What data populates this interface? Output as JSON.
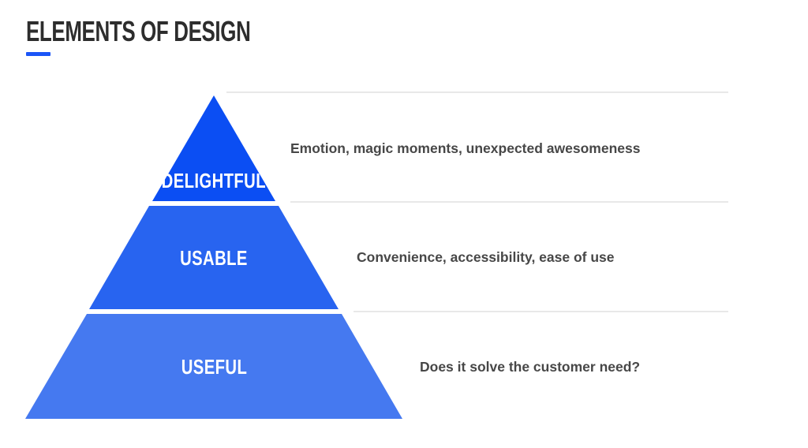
{
  "slide": {
    "title": "ELEMENTS OF DESIGN"
  },
  "pyramid": {
    "tiers": [
      {
        "label": "DELIGHTFUL",
        "description": "Emotion, magic moments, unexpected awesomeness",
        "color": "#0b4ef3"
      },
      {
        "label": "USABLE",
        "description": "Convenience, accessibility, ease of use",
        "color": "#2864f0"
      },
      {
        "label": "USEFUL",
        "description": "Does it solve the customer need?",
        "color": "#4579f0"
      }
    ]
  },
  "colors": {
    "accent": "#1b55f7",
    "title_text": "#2d2d2d",
    "label_text": "#ffffff",
    "description_text": "#474747",
    "divider": "#e8e8e8",
    "background": "#ffffff"
  }
}
